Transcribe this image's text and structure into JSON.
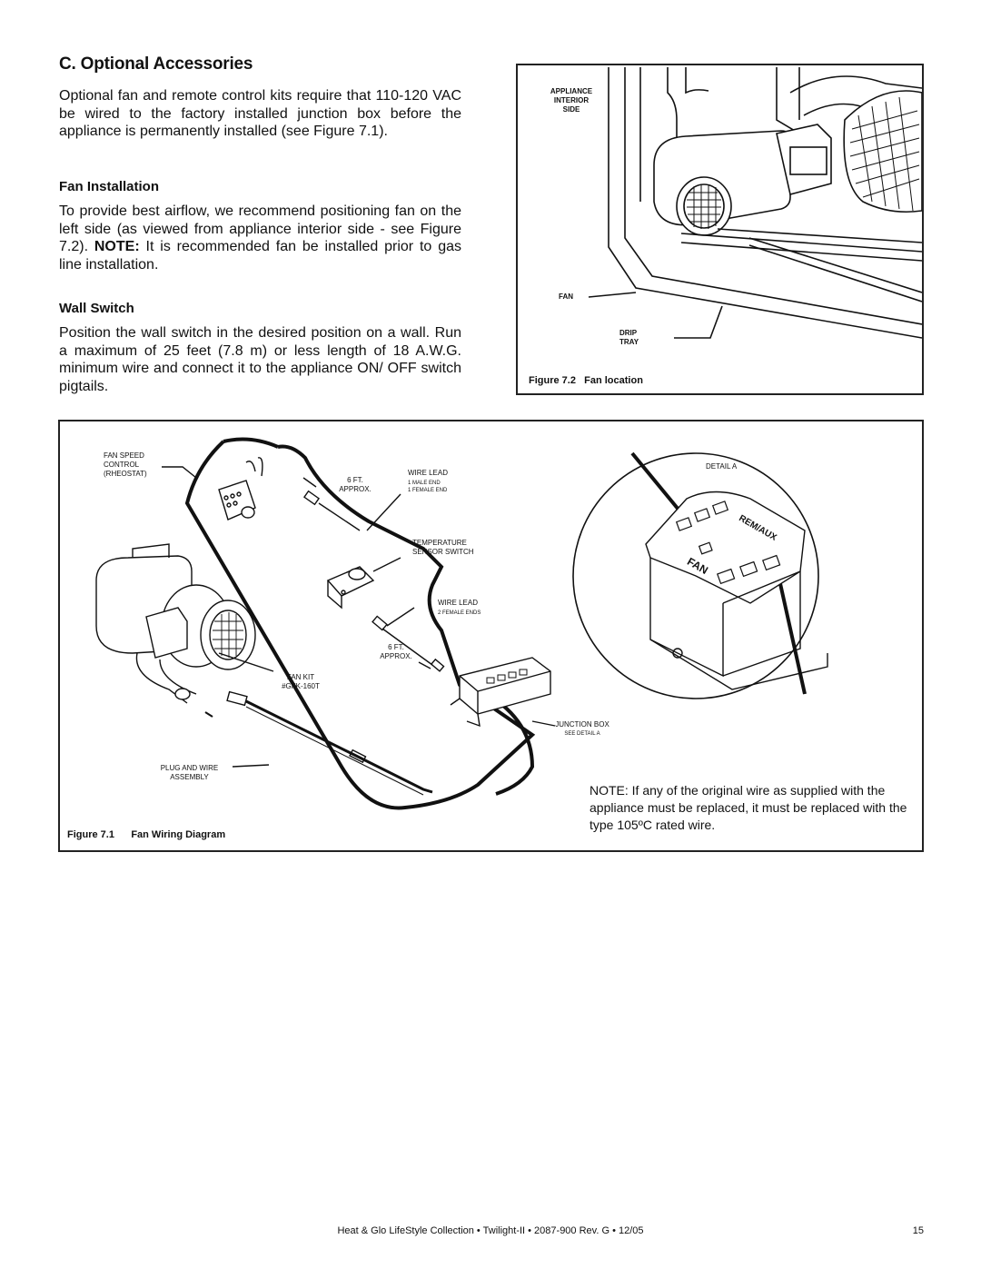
{
  "section_title": "C. Optional Accessories",
  "intro": "Optional fan and remote control kits require that 110-120 VAC be wired to the factory installed junction box before the appliance is permanently installed (see Figure 7.1).",
  "fan_installation": {
    "heading": "Fan Installation",
    "text_before": "To provide best airflow, we recommend positioning fan on the left side (as viewed from appliance interior side - see Figure 7.2). ",
    "note_label": "NOTE:",
    "text_after": " It is recommended fan be installed prior to gas line installation."
  },
  "wall_switch": {
    "heading": "Wall Switch",
    "text": "Position the wall switch in the desired position on a wall. Run a maximum of 25 feet (7.8 m) or less length of 18 A.W.G. minimum wire and connect it to the appliance ON/ OFF switch pigtails."
  },
  "figure_7_2": {
    "labels": {
      "appliance_interior_side": [
        "APPLIANCE",
        "INTERIOR",
        "SIDE"
      ],
      "fan": "FAN",
      "drip_tray": [
        "DRIP",
        "TRAY"
      ]
    },
    "caption_num": "Figure 7.2",
    "caption_title": "Fan location"
  },
  "figure_7_1": {
    "labels": {
      "fan_speed_control": [
        "FAN SPEED",
        "CONTROL",
        "(RHEOSTAT)"
      ],
      "six_ft_1": [
        "6 FT.",
        "APPROX."
      ],
      "wire_lead_1": "WIRE LEAD",
      "wire_lead_1_sub": [
        "1 MALE END",
        "1 FEMALE END"
      ],
      "temp_sensor": [
        "TEMPERATURE",
        "SENSOR SWITCH"
      ],
      "wire_lead_2": "WIRE LEAD",
      "wire_lead_2_sub": "2 FEMALE ENDS",
      "six_ft_2": [
        "6 FT.",
        "APPROX."
      ],
      "fan_kit": [
        "FAN KIT",
        "#GFK-160T"
      ],
      "junction_box": "JUNCTION BOX",
      "junction_box_sub": "SEE DETAIL A",
      "plug_wire": [
        "PLUG AND WIRE",
        "ASSEMBLY"
      ],
      "detail_a": "DETAIL A",
      "detail_rem_aux": "REM/AUX",
      "detail_fan": "FAN"
    },
    "note": "NOTE: If any of the original wire as supplied with the appliance must be replaced, it must be replaced with the type 105ºC rated wire.",
    "caption_num": "Figure 7.1",
    "caption_title": "Fan Wiring Diagram"
  },
  "footer": {
    "text": "Heat & Glo LifeStyle Collection • Twilight-II • 2087-900 Rev. G • 12/05",
    "page": "15"
  }
}
